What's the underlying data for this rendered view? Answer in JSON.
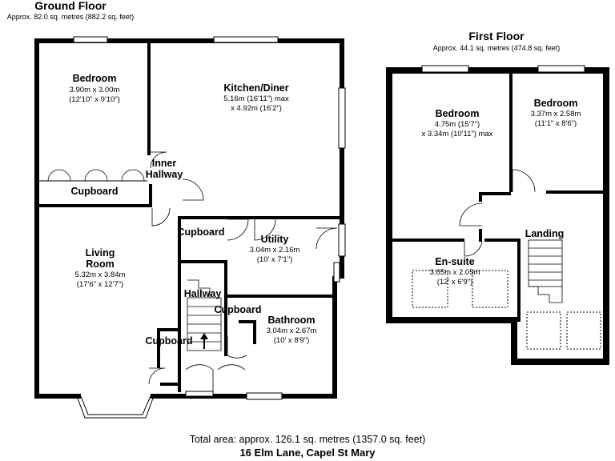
{
  "ground_floor": {
    "title": "Ground Floor",
    "area": "Approx. 82.0 sq. metres (882.2 sq. feet)",
    "rooms": [
      {
        "name": "Bedroom",
        "dims": [
          "3.90m x 3.00m",
          "(12'10\" x 9'10\")"
        ]
      },
      {
        "name": "Kitchen/Diner",
        "dims": [
          "5.16m (16'11\") max",
          "x 4.92m (16'2\")"
        ]
      },
      {
        "name": "Inner",
        "name2": "Hallway",
        "dims": []
      },
      {
        "name": "Cupboard",
        "dims": []
      },
      {
        "name": "Cupboard",
        "dims": []
      },
      {
        "name": "Utility",
        "dims": [
          "3.04m x 2.16m",
          "(10' x 7'1\")"
        ]
      },
      {
        "name": "Living",
        "name2": "Room",
        "dims": [
          "5.32m x 3.84m",
          "(17'6\" x 12'7\")"
        ]
      },
      {
        "name": "Hallway",
        "dims": []
      },
      {
        "name": "Cupboard",
        "dims": []
      },
      {
        "name": "Bathroom",
        "dims": [
          "3.04m x 2.67m",
          "(10' x 8'9\")"
        ]
      },
      {
        "name": "Cupboard",
        "dims": []
      }
    ]
  },
  "first_floor": {
    "title": "First Floor",
    "area": "Approx. 44.1 sq. metres (474.8 sq. feet)",
    "rooms": [
      {
        "name": "Bedroom",
        "dims": [
          "4.75m (15'7\")",
          "x 3.34m (10'11\") max"
        ]
      },
      {
        "name": "Bedroom",
        "dims": [
          "3.37m x 2.58m",
          "(11'1\" x 8'6\")"
        ]
      },
      {
        "name": "Landing",
        "dims": []
      },
      {
        "name": "En-suite",
        "dims": [
          "3.65m x 2.05m",
          "(12' x 6'9\")"
        ]
      }
    ]
  },
  "footer": {
    "total": "Total area: approx. 126.1 sq. metres (1357.0 sq. feet)",
    "address": "16 Elm Lane, Capel St Mary"
  }
}
